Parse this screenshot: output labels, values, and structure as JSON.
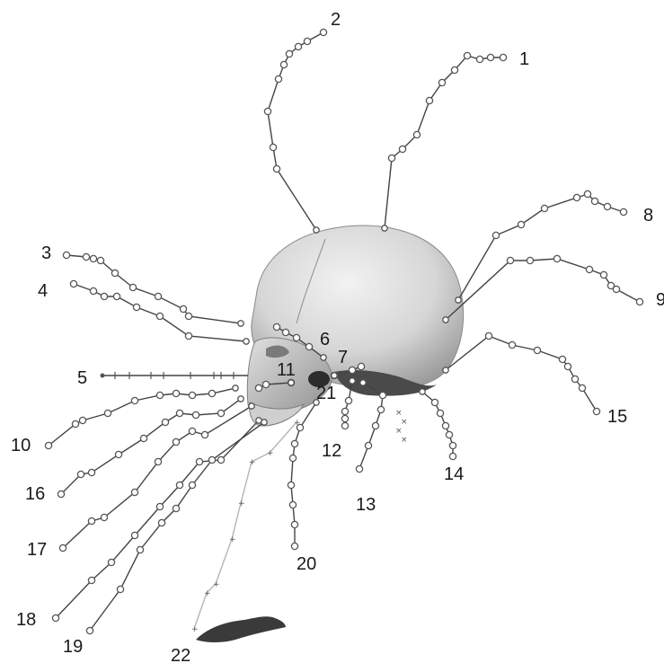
{
  "figure": {
    "subject": "skull",
    "colors": {
      "skull_light": "#ececec",
      "skull_mid": "#c9c9c9",
      "skull_dark": "#8a8a8a",
      "line": "#444444",
      "node_fill": "#ffffff",
      "label": "#1a1a1a",
      "faint_line": "#b5b5b5"
    },
    "paths": [
      {
        "id": "1",
        "label": "1"
      },
      {
        "id": "2",
        "label": "2"
      },
      {
        "id": "3",
        "label": "3"
      },
      {
        "id": "4",
        "label": "4"
      },
      {
        "id": "5",
        "label": "5"
      },
      {
        "id": "6",
        "label": "6"
      },
      {
        "id": "7",
        "label": "7"
      },
      {
        "id": "8",
        "label": "8"
      },
      {
        "id": "9",
        "label": "9"
      },
      {
        "id": "10",
        "label": "10"
      },
      {
        "id": "11",
        "label": "11"
      },
      {
        "id": "12",
        "label": "12"
      },
      {
        "id": "13",
        "label": "13"
      },
      {
        "id": "14",
        "label": "14"
      },
      {
        "id": "15",
        "label": "15"
      },
      {
        "id": "16",
        "label": "16"
      },
      {
        "id": "17",
        "label": "17"
      },
      {
        "id": "18",
        "label": "18"
      },
      {
        "id": "19",
        "label": "19"
      },
      {
        "id": "20",
        "label": "20"
      },
      {
        "id": "21",
        "label": "21"
      },
      {
        "id": "22",
        "label": "22"
      }
    ]
  }
}
